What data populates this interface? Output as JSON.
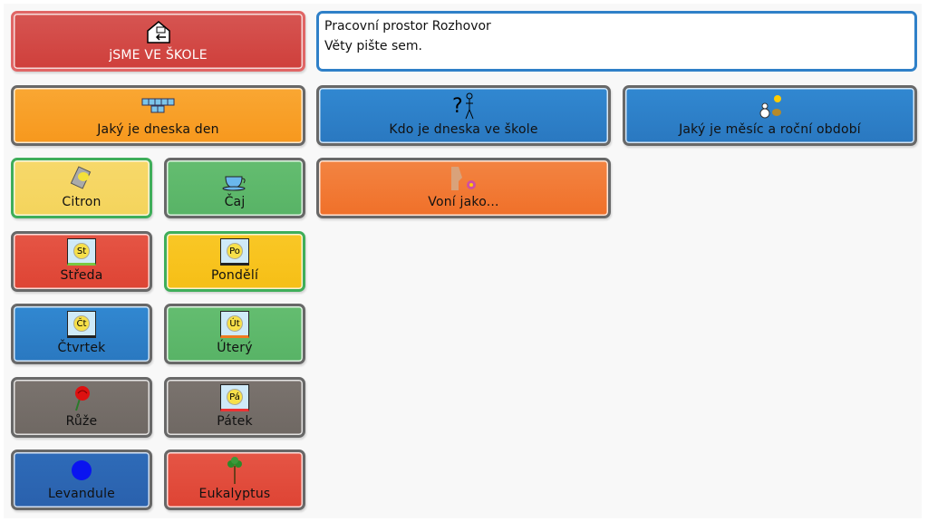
{
  "message_window": {
    "line1": "Pracovní prostor Rozhovor",
    "line2": "Věty pište sem."
  },
  "tiles": {
    "school": "jSME VE ŠKOLE",
    "today": "Jaký je dneska den",
    "who": "Kdo je dneska ve škole",
    "month": "Jaký je měsíc a roční období",
    "smells": "Voní jako...",
    "citron": "Citron",
    "caj": "Čaj",
    "streda": "Středa",
    "pondeli": "Pondělí",
    "ctvrtek": "Čtvrtek",
    "utery": "Úterý",
    "ruze": "Růže",
    "patek": "Pátek",
    "levandule": "Levandule",
    "eukalyptus": "Eukalyptus"
  },
  "day_icons": {
    "streda": "St",
    "pondeli": "Po",
    "ctvrtek": "Čt",
    "utery": "Út",
    "patek": "Pá"
  },
  "colors": {
    "red": "#d34a47",
    "orange": "#f9a02a",
    "blue": "#2f80c8",
    "green_border": "#3fae5a"
  }
}
